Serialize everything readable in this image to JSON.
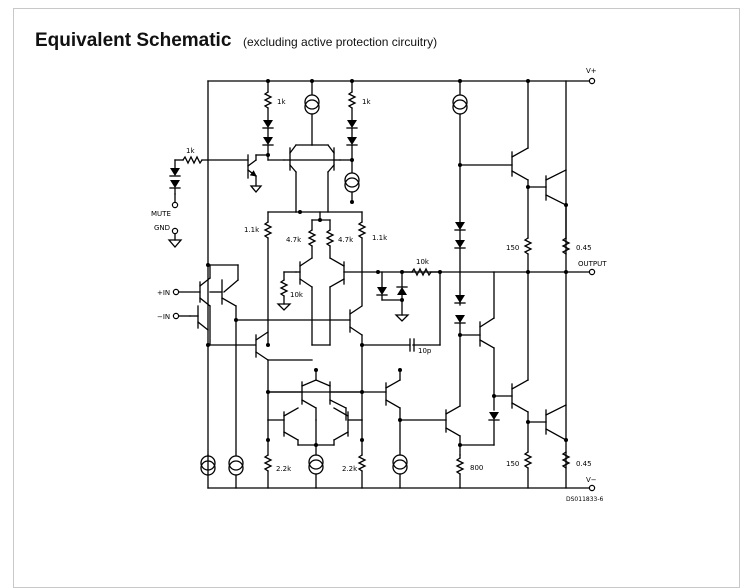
{
  "header": {
    "title": "Equivalent Schematic",
    "subtitle": "(excluding active protection circuitry)"
  },
  "pins": {
    "vplus": "V+",
    "vminus": "V−",
    "output": "OUTPUT",
    "plus_in": "+IN",
    "minus_in": "−IN",
    "mute": "MUTE",
    "gnd": "GND"
  },
  "components": {
    "r_1k_a": "1k",
    "r_1k_b": "1k",
    "r_1k_c": "1k",
    "r_1_1k_left": "1.1k",
    "r_4_7k_left": "4.7k",
    "r_4_7k_right": "4.7k",
    "r_1_1k_right": "1.1k",
    "r_10k_a": "10k",
    "r_10k_b": "10k",
    "c_10p": "10p",
    "r_150_top": "150",
    "r_0_45_top": "0.45",
    "r_150_bot": "150",
    "r_0_45_bot": "0.45",
    "r_2_2k_left": "2.2k",
    "r_2_2k_right": "2.2k",
    "r_800": "800"
  },
  "drawing_id": "DS011833-6"
}
